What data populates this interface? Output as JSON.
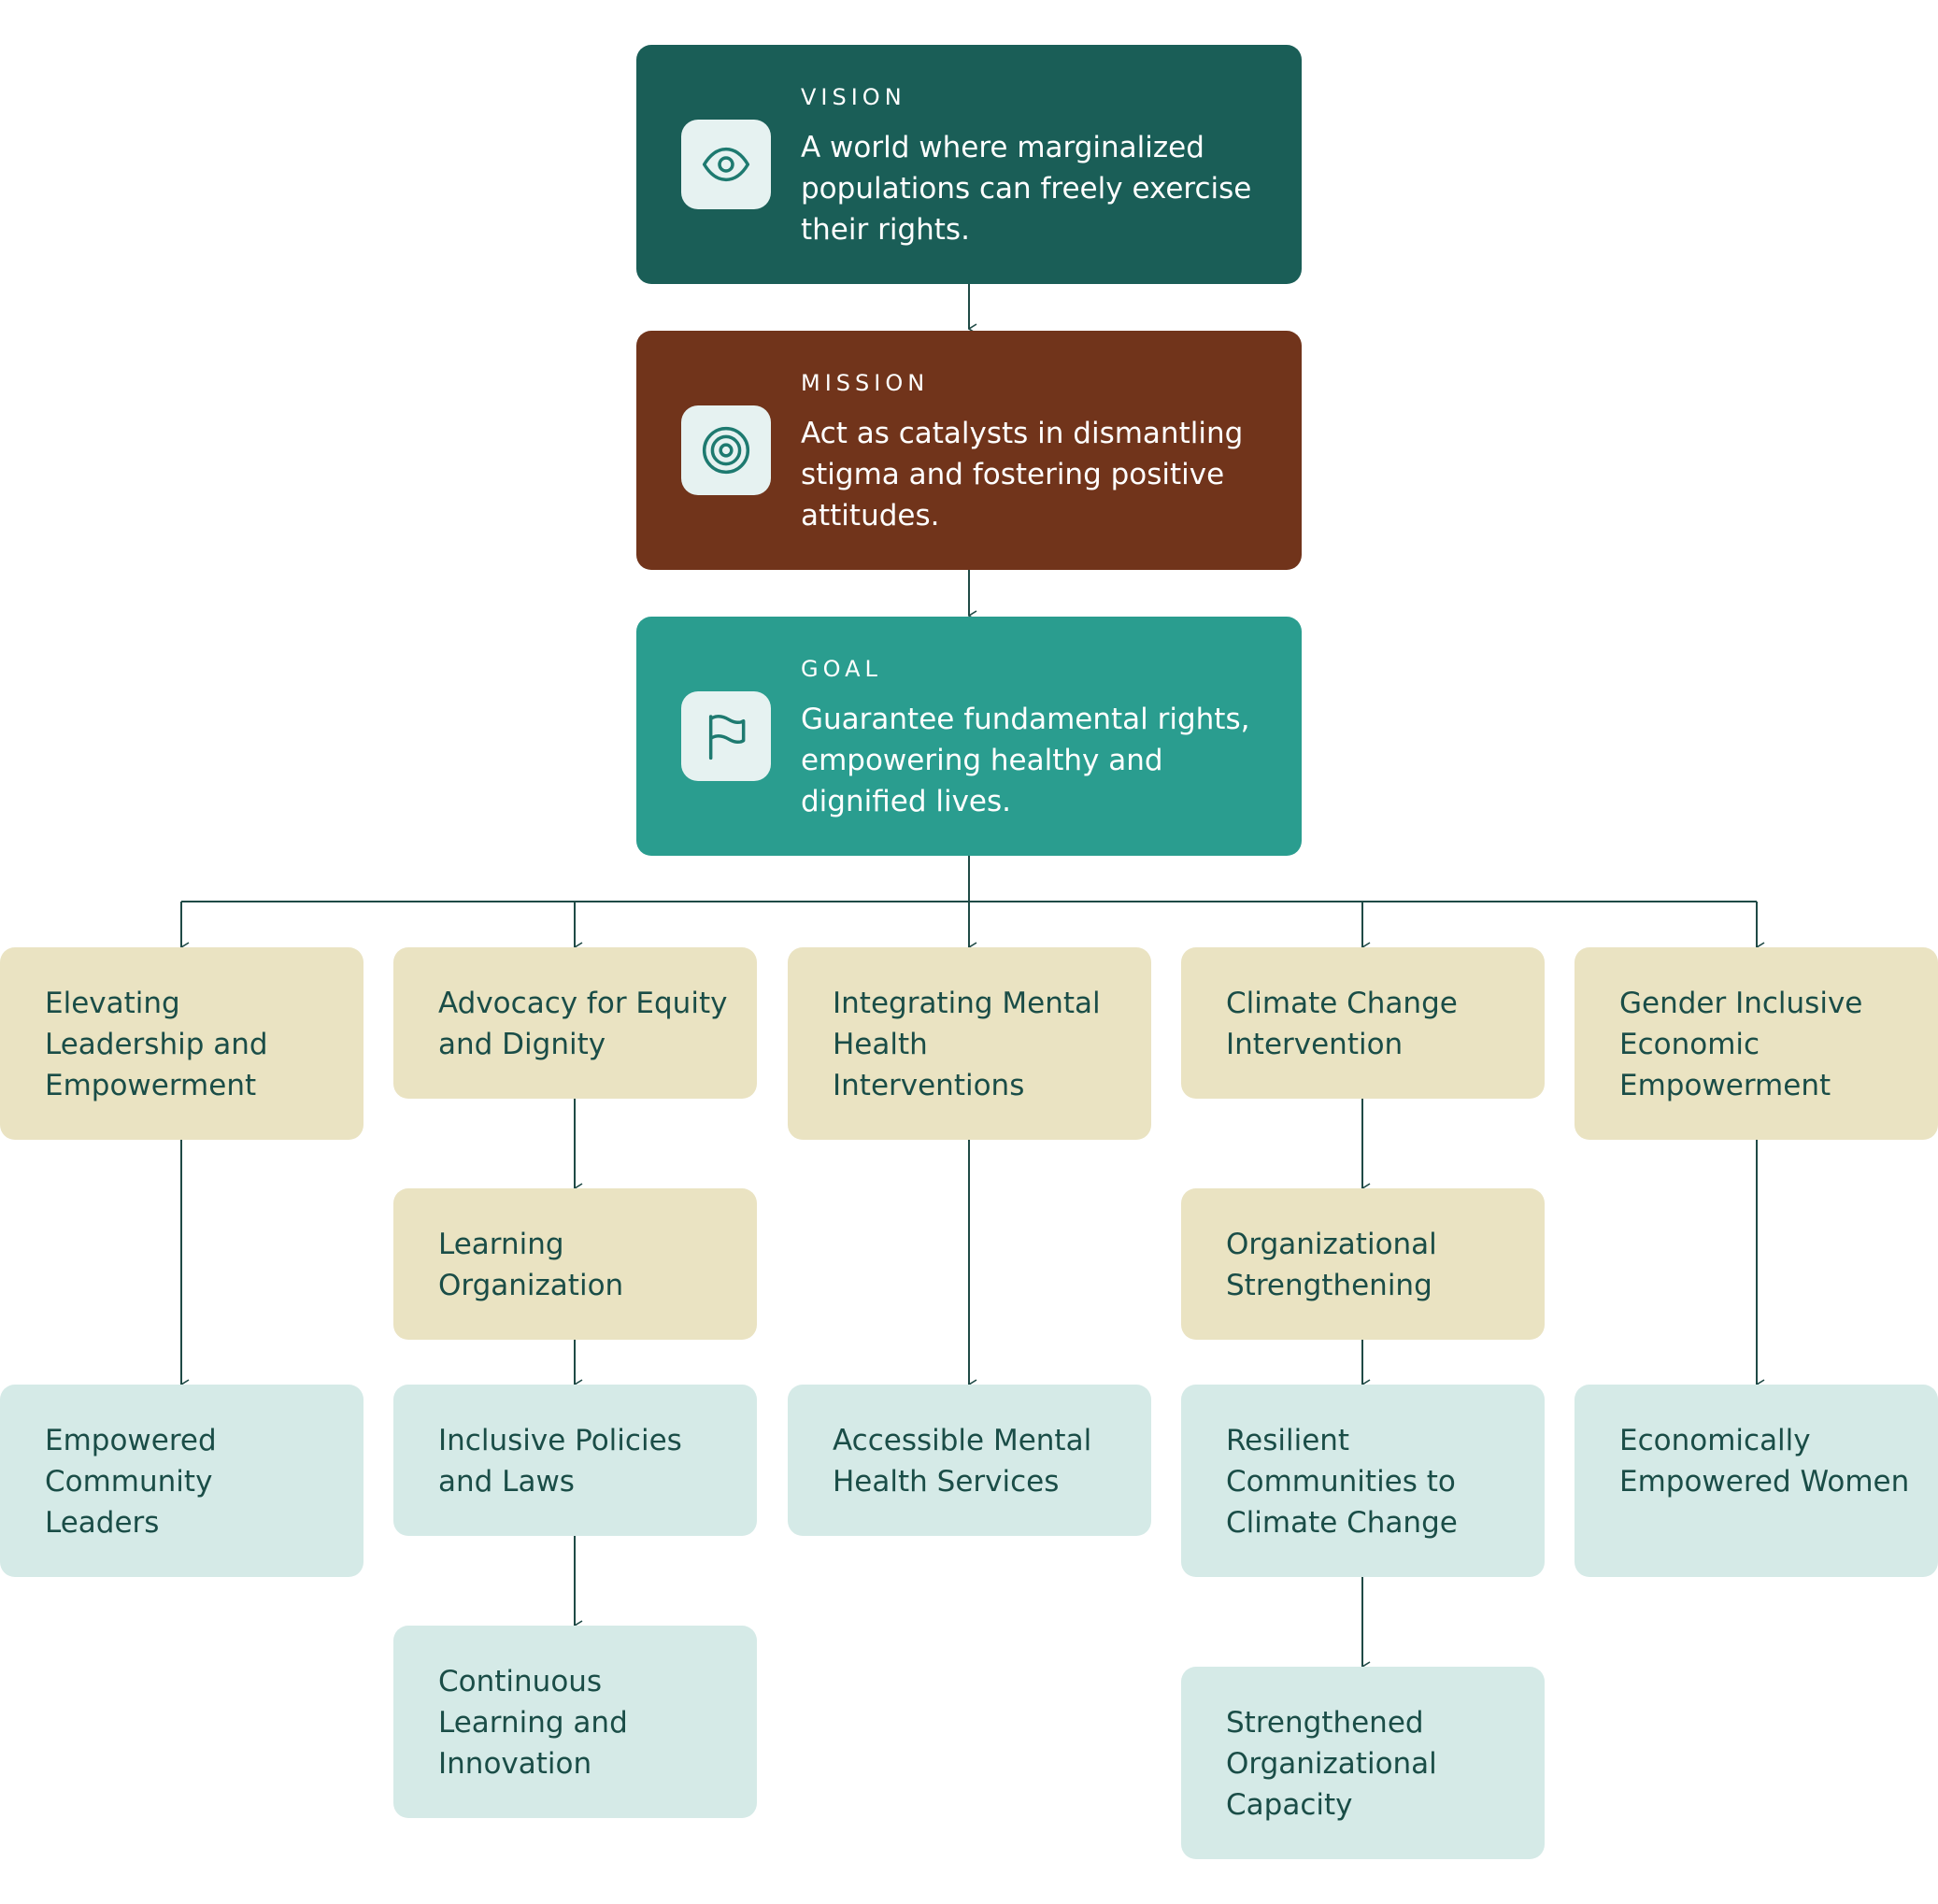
{
  "colors": {
    "vision_bg": "#1a5e57",
    "mission_bg": "#71341b",
    "goal_bg": "#2a9d8f",
    "strategy_bg": "#eae3c2",
    "outcome_bg": "#d5eae7",
    "text_dark": "#1a4d47",
    "connector": "#1f4a46"
  },
  "vision": {
    "label": "VISION",
    "text": "A world where marginalized populations can freely exercise their rights.",
    "icon": "eye-icon"
  },
  "mission": {
    "label": "MISSION",
    "text": "Act as catalysts in dismantling stigma and fostering positive attitudes.",
    "icon": "target-icon"
  },
  "goal": {
    "label": "GOAL",
    "text": "Guarantee fundamental rights, empowering healthy and dignified lives.",
    "icon": "flag-icon"
  },
  "strategies": [
    {
      "name": "Elevating Leadership and Empowerment"
    },
    {
      "name": "Advocacy for Equity and Dignity"
    },
    {
      "name": "Integrating Mental Health Interventions"
    },
    {
      "name": "Climate Change Intervention"
    },
    {
      "name": "Gender Inclusive Economic Empowerment"
    }
  ],
  "sub_strategies": [
    {
      "name": "Learning Organization"
    },
    {
      "name": "Organizational Strengthening"
    }
  ],
  "outcomes": [
    {
      "name": "Empowered Community Leaders"
    },
    {
      "name": "Inclusive Policies and Laws"
    },
    {
      "name": "Accessible Mental Health Services"
    },
    {
      "name": "Resilient Communities to Climate Change"
    },
    {
      "name": "Economically Empowered Women"
    },
    {
      "name": "Continuous Learning and Innovation"
    },
    {
      "name": "Strengthened Organizational Capacity"
    }
  ]
}
